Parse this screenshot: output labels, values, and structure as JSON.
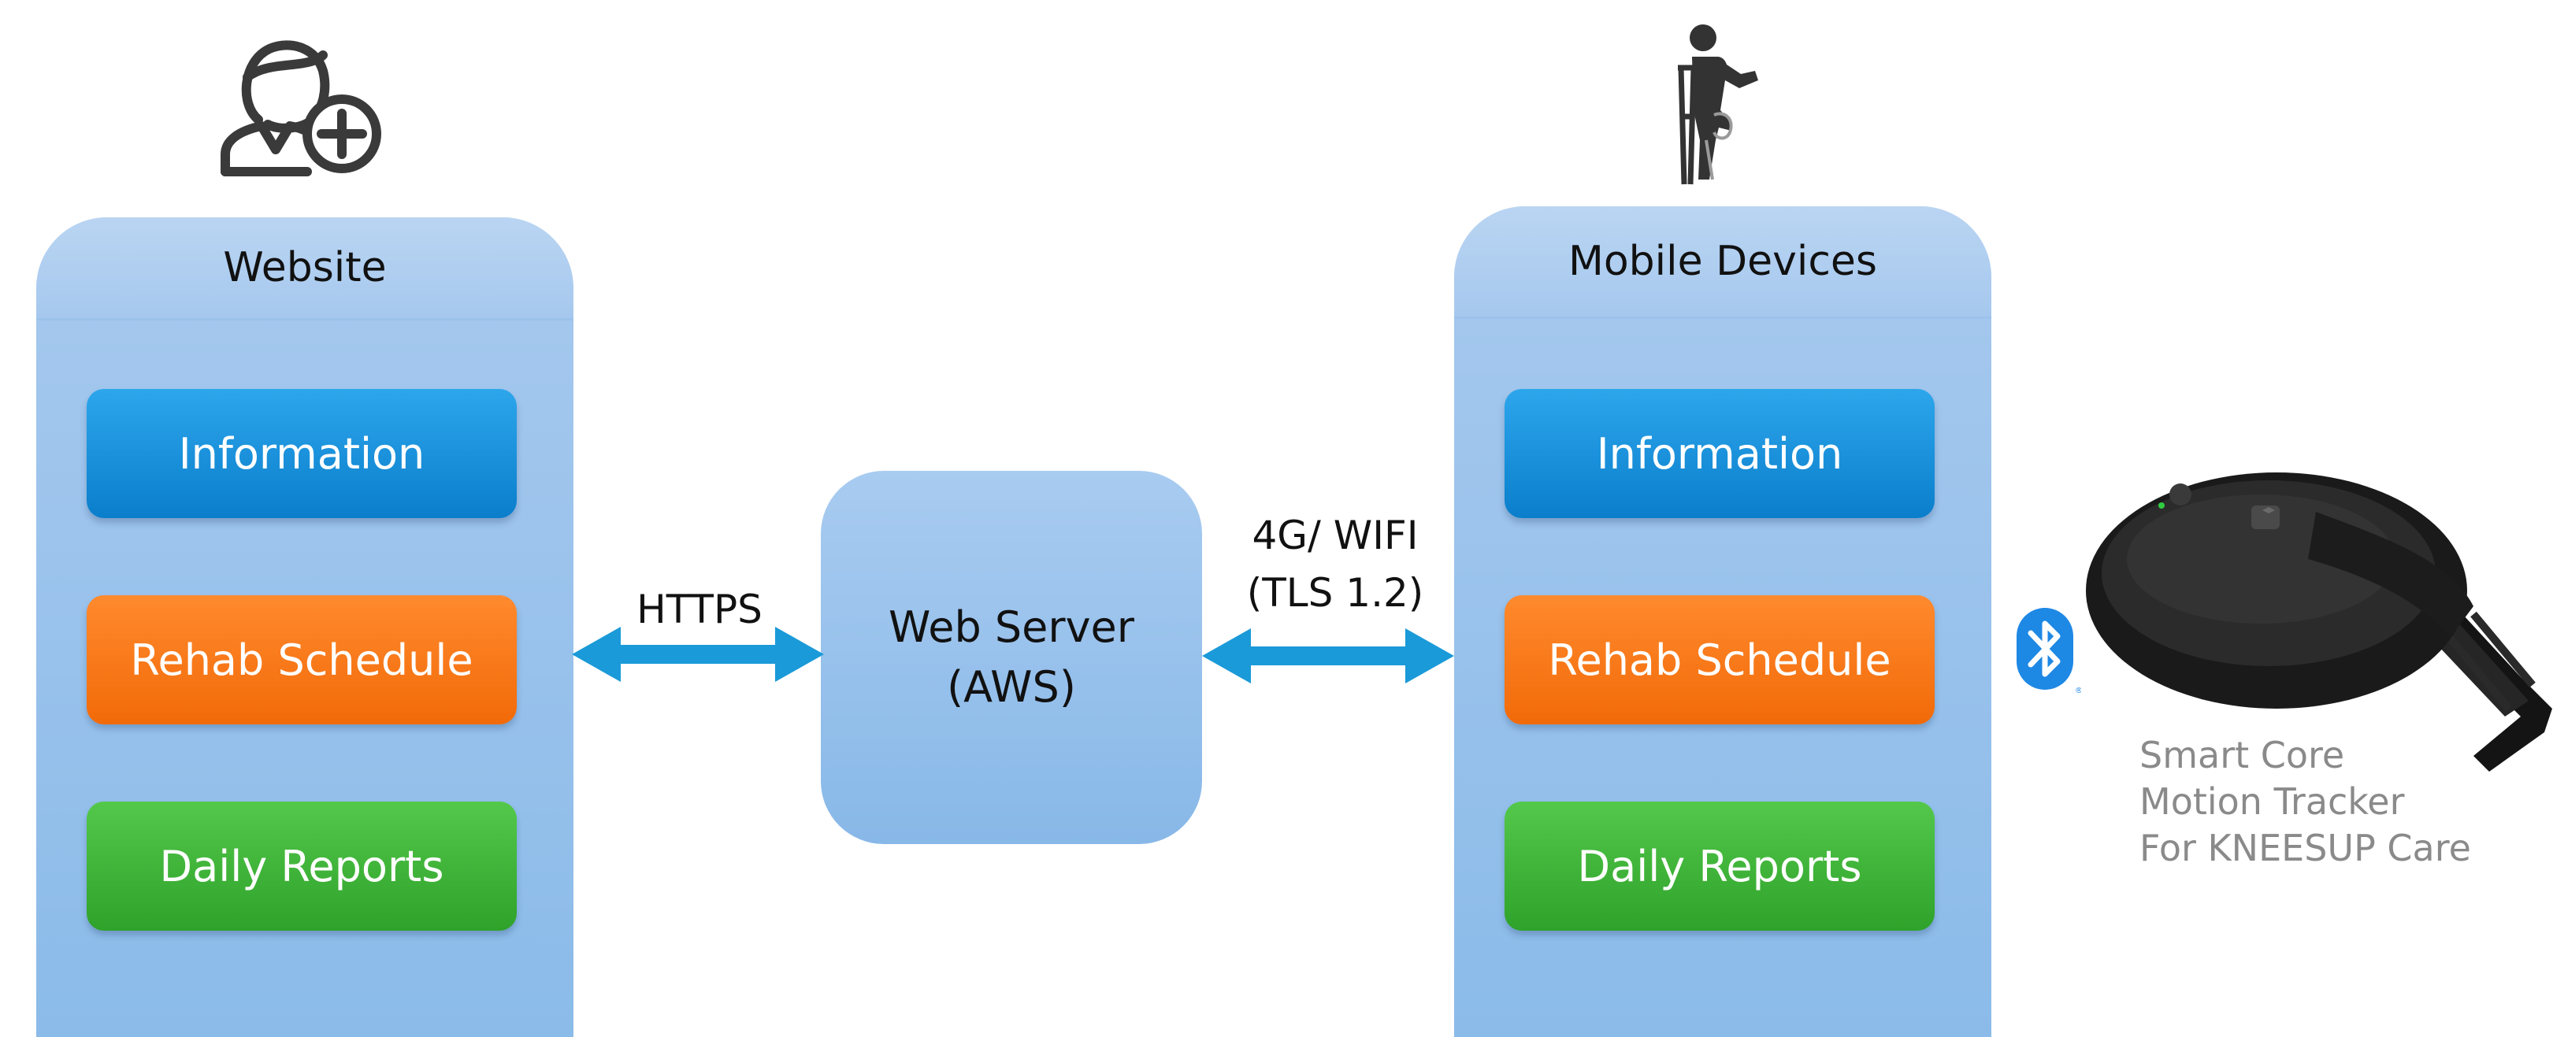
{
  "website": {
    "title": "Website",
    "items": [
      {
        "label": "Information",
        "color": "#1a8fdb"
      },
      {
        "label": "Rehab Schedule",
        "color": "#f57a1d"
      },
      {
        "label": "Daily Reports",
        "color": "#3eb53a"
      }
    ]
  },
  "mobile": {
    "title": "Mobile Devices",
    "items": [
      {
        "label": "Information",
        "color": "#1a8fdb"
      },
      {
        "label": "Rehab Schedule",
        "color": "#f57a1d"
      },
      {
        "label": "Daily Reports",
        "color": "#3eb53a"
      }
    ]
  },
  "server": {
    "line1": "Web Server",
    "line2": "(AWS)"
  },
  "connections": {
    "https": "HTTPS",
    "mobile_line1": "4G/ WIFI",
    "mobile_line2": "(TLS 1.2)"
  },
  "tracker": {
    "line1": "Smart Core",
    "line2": "Motion Tracker",
    "line3": "For KNEESUP Care"
  },
  "icons": {
    "doctor": "user-plus-icon",
    "patient": "crutch-patient-icon",
    "wireless": "bluetooth-icon",
    "device": "motion-tracker-device"
  },
  "colors": {
    "column_fill": "#9cc2eb",
    "arrow": "#1a9ad8",
    "bluetooth": "#1e88e5"
  }
}
